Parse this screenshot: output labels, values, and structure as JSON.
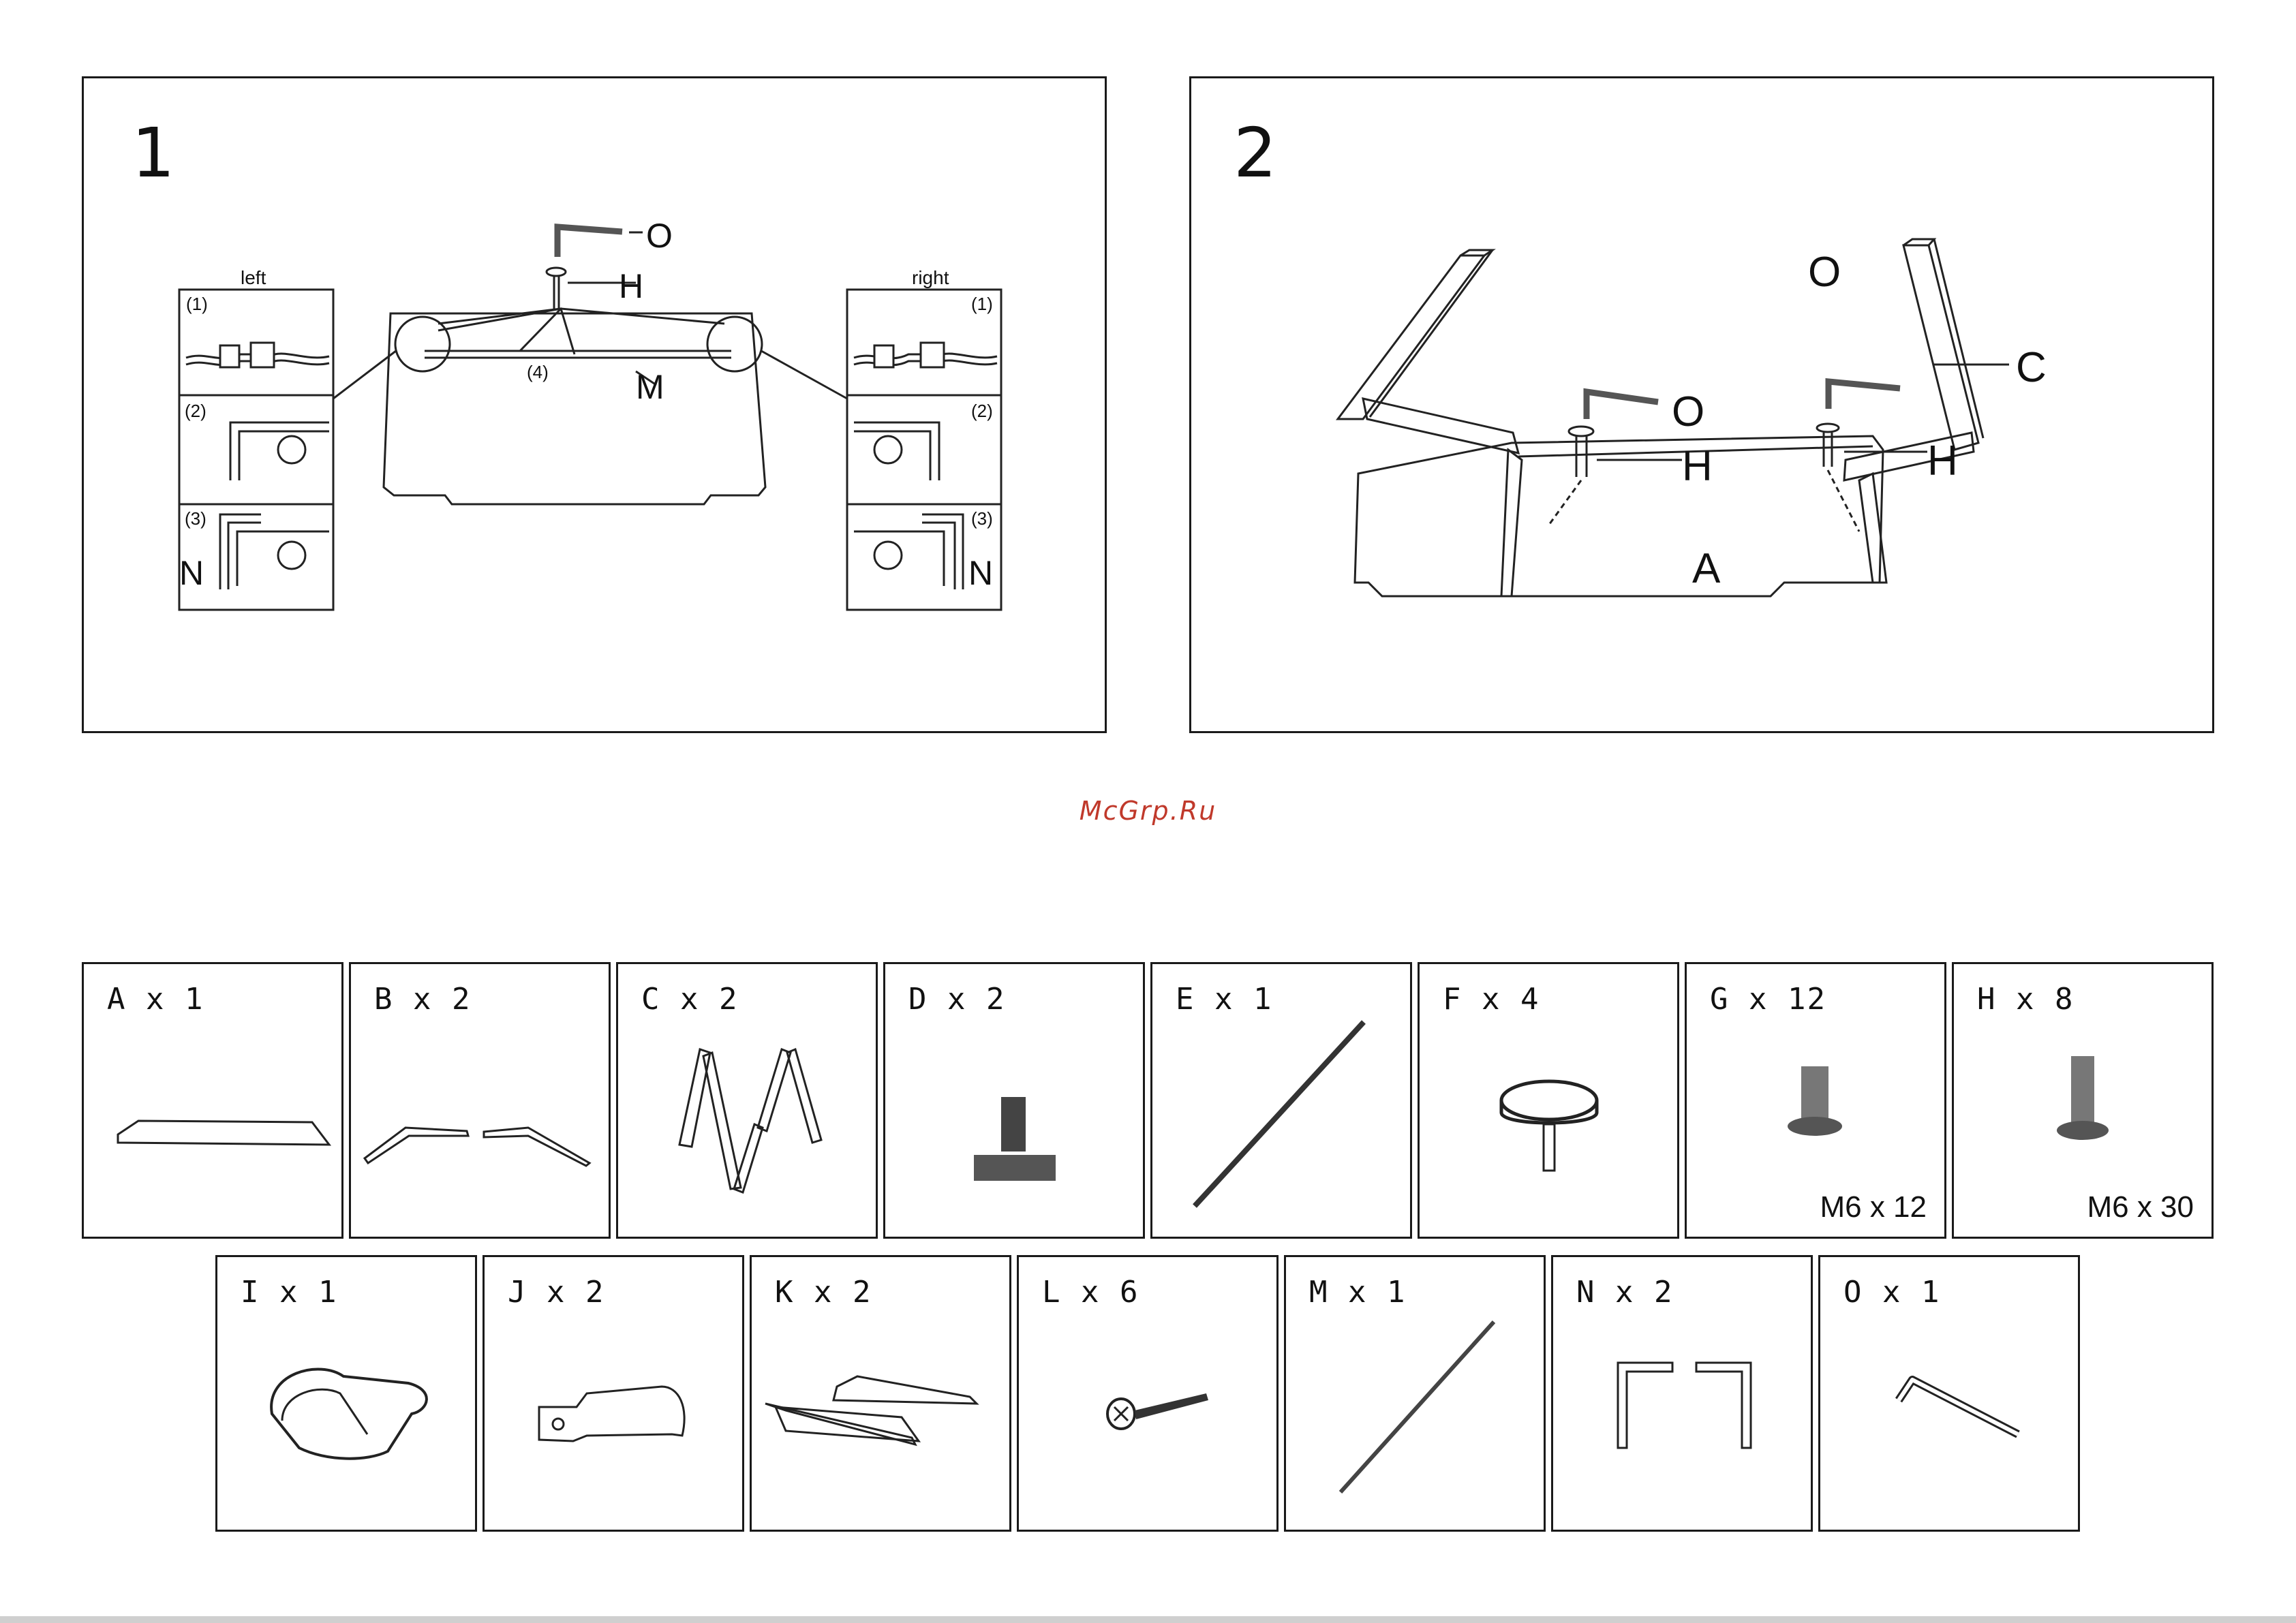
{
  "steps": [
    {
      "number": "1",
      "labels": {
        "left": "left",
        "right": "right",
        "sub1": "(1)",
        "sub2": "(2)",
        "sub3": "(3)",
        "sub4": "(4)",
        "O": "O",
        "H": "H",
        "M": "M",
        "N": "N"
      }
    },
    {
      "number": "2",
      "labels": {
        "O": "O",
        "H": "H",
        "C": "C",
        "A": "A"
      }
    }
  ],
  "watermark": "McGrp.Ru",
  "parts_row1": [
    {
      "label": "A x 1",
      "size": ""
    },
    {
      "label": "B x 2",
      "size": ""
    },
    {
      "label": "C x 2",
      "size": ""
    },
    {
      "label": "D x 2",
      "size": ""
    },
    {
      "label": "E x 1",
      "size": ""
    },
    {
      "label": "F x 4",
      "size": ""
    },
    {
      "label": "G x 12",
      "size": "M6 x 12"
    },
    {
      "label": "H x 8",
      "size": "M6 x 30"
    }
  ],
  "parts_row2": [
    {
      "label": "I x 1"
    },
    {
      "label": "J x 2"
    },
    {
      "label": "K x 2"
    },
    {
      "label": "L x 6"
    },
    {
      "label": "M x 1"
    },
    {
      "label": "N x 2"
    },
    {
      "label": "O x 1"
    }
  ]
}
